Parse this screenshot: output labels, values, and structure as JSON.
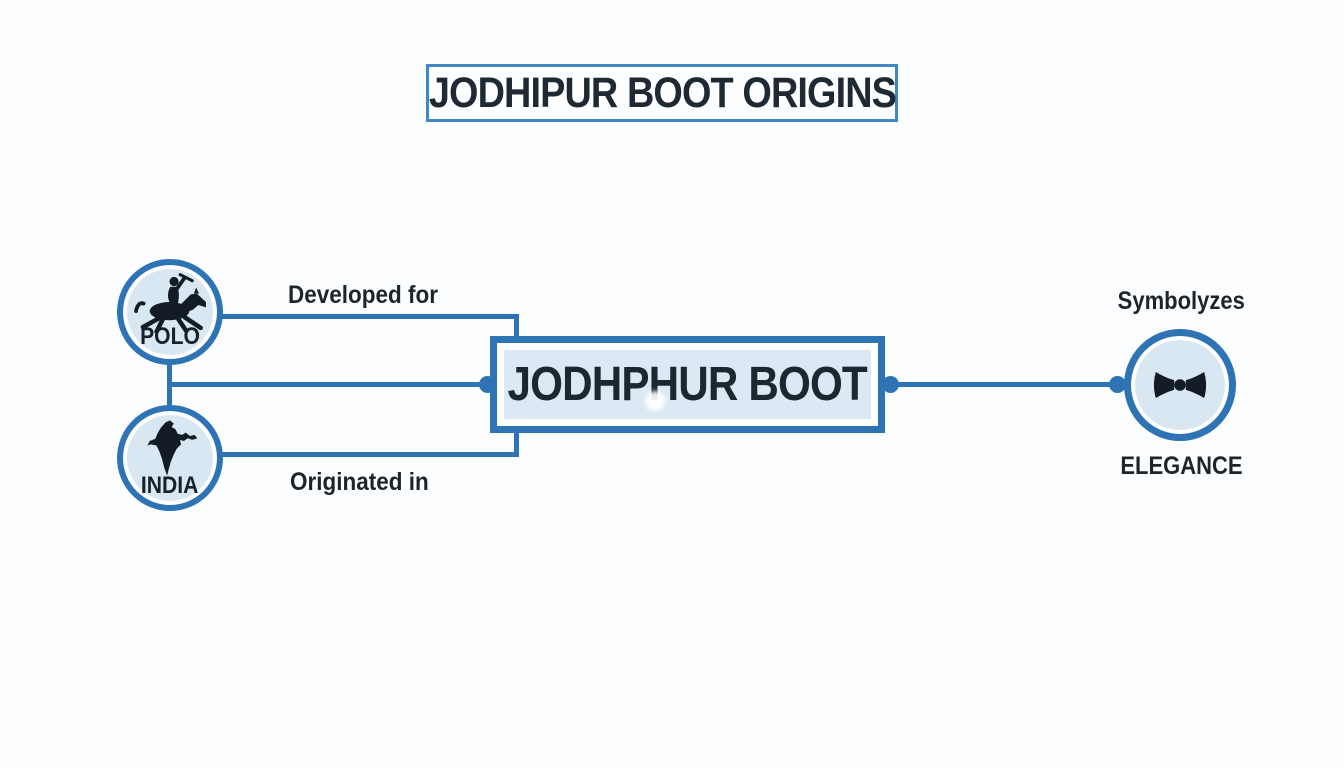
{
  "title": {
    "text": "JODHIPUR BOOT ORIGINS"
  },
  "center_box": {
    "text": "JODHPHUR BOOT"
  },
  "edges": {
    "developed_for_label": "Developed for",
    "originated_in_label": "Originated in"
  },
  "nodes": {
    "polo": {
      "label": "POLO",
      "icon": "polo-rider-icon"
    },
    "india": {
      "label": "INDIA",
      "icon": "india-map-icon"
    },
    "elegance": {
      "caption": "Symbolyzes",
      "label": "ELEGANCE",
      "icon": "bow-tie-icon"
    }
  },
  "colors": {
    "accent_blue": "#2e74b5",
    "title_border_blue": "#4186c5",
    "node_fill_light_blue": "#d9e7f3",
    "box_fill_light_blue": "#dce9f5",
    "icon_black": "#131c26",
    "text_dark": "#1c2732",
    "background": "#fcfdfe"
  }
}
